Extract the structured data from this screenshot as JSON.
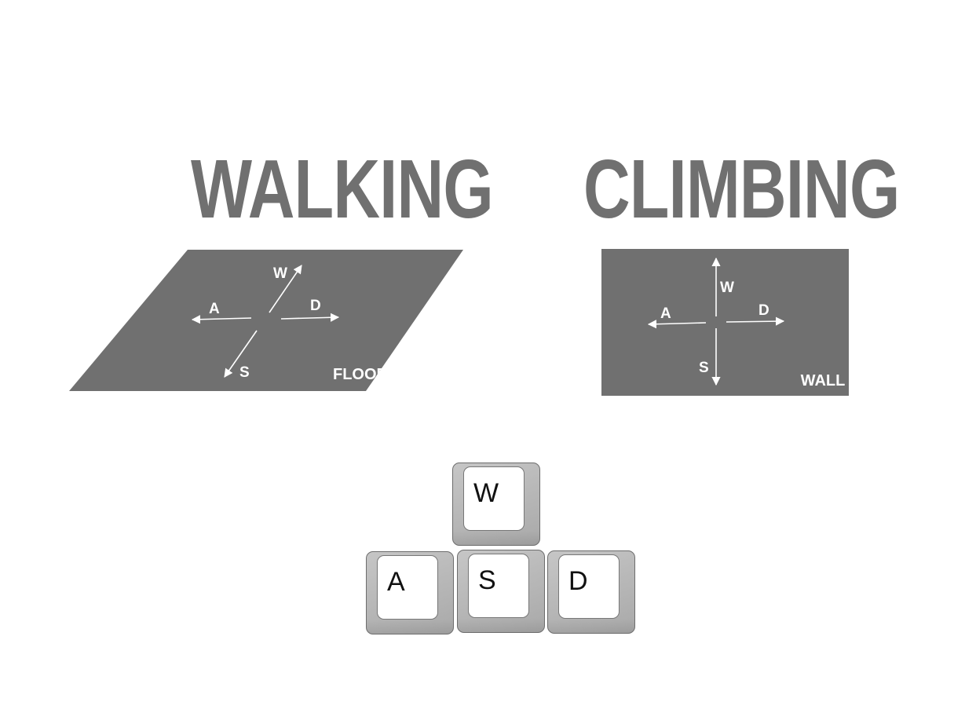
{
  "walking": {
    "title": "WALKING",
    "surface_label": "FLOOR",
    "labels": {
      "w": "W",
      "a": "A",
      "s": "S",
      "d": "D"
    }
  },
  "climbing": {
    "title": "CLIMBING",
    "surface_label": "WALL",
    "labels": {
      "w": "W",
      "a": "A",
      "s": "S",
      "d": "D"
    }
  },
  "keys": {
    "w": "W",
    "a": "A",
    "s": "S",
    "d": "D"
  },
  "colors": {
    "heading": "#707070",
    "panel": "#707070",
    "arrow": "#ffffff",
    "key_body": "#b5b5b5",
    "key_top": "#ffffff"
  }
}
